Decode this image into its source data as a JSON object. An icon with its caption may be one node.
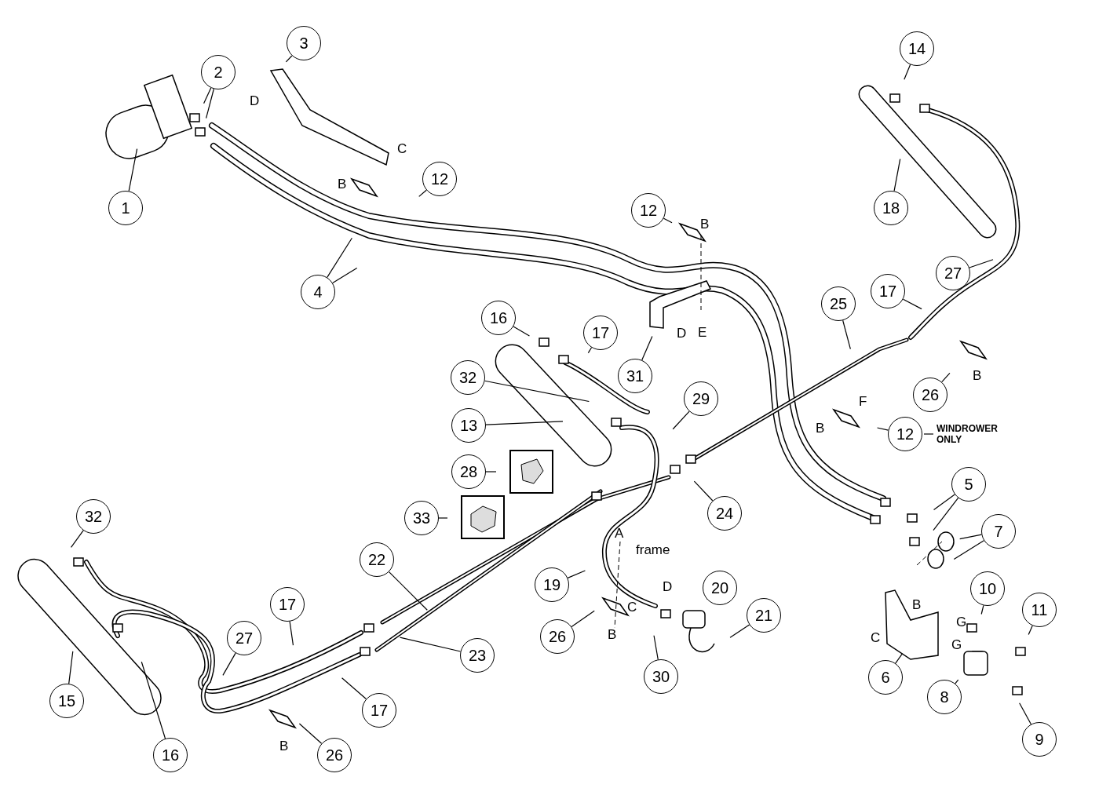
{
  "diagram": {
    "nodes": [
      {
        "text": [
          "1"
        ]
      },
      {
        "text": [
          "2"
        ]
      },
      {
        "text": [
          "3"
        ]
      },
      {
        "text": [
          "12"
        ]
      },
      {
        "text": [
          "4"
        ]
      },
      {
        "text": [
          "12"
        ]
      },
      {
        "text": [
          "14"
        ]
      },
      {
        "text": [
          "18"
        ]
      },
      {
        "text": [
          "27"
        ]
      },
      {
        "text": [
          "25"
        ]
      },
      {
        "text": [
          "17"
        ]
      },
      {
        "text": [
          "16"
        ]
      },
      {
        "text": [
          "17"
        ]
      },
      {
        "text": [
          "31"
        ]
      },
      {
        "text": [
          "32"
        ]
      },
      {
        "text": [
          "29"
        ]
      },
      {
        "text": [
          "13"
        ]
      },
      {
        "text": [
          "26"
        ]
      },
      {
        "text": [
          "12"
        ],
        "beside": [
          "WINDROWER ONLY"
        ]
      },
      {
        "text": [
          "28"
        ]
      },
      {
        "text": [
          "5"
        ]
      },
      {
        "text": [
          "33"
        ]
      },
      {
        "text": [
          "24"
        ]
      },
      {
        "text": [
          "7"
        ]
      },
      {
        "text": [
          "32"
        ]
      },
      {
        "text": [
          "22"
        ]
      },
      {
        "text": [
          "19"
        ]
      },
      {
        "text": [
          "20"
        ]
      },
      {
        "text": [
          "10"
        ]
      },
      {
        "text": [
          "11"
        ]
      },
      {
        "text": [
          "17"
        ]
      },
      {
        "text": [
          "27"
        ]
      },
      {
        "text": [
          "21"
        ]
      },
      {
        "text": [
          "26"
        ]
      },
      {
        "text": [
          "23"
        ]
      },
      {
        "text": [
          "6"
        ]
      },
      {
        "text": [
          "15"
        ]
      },
      {
        "text": [
          "30"
        ]
      },
      {
        "text": [
          "17"
        ]
      },
      {
        "text": [
          "8"
        ]
      },
      {
        "text": [
          "9"
        ]
      },
      {
        "text": [
          "16"
        ]
      },
      {
        "text": [
          "26"
        ]
      }
    ],
    "edges": [
      {
        "from": 0,
        "to": null,
        "arrow": "none"
      },
      {
        "from": 1,
        "to": null,
        "arrow": "none"
      },
      {
        "from": 1,
        "to": null,
        "arrow": "none"
      },
      {
        "from": 2,
        "to": null,
        "arrow": "none"
      },
      {
        "from": 3,
        "to": null,
        "arrow": "none"
      },
      {
        "from": 4,
        "to": null,
        "arrow": "none"
      },
      {
        "from": 4,
        "to": null,
        "arrow": "none"
      },
      {
        "from": 5,
        "to": null,
        "arrow": "none"
      },
      {
        "from": 6,
        "to": null,
        "arrow": "none"
      },
      {
        "from": 7,
        "to": null,
        "arrow": "none"
      },
      {
        "from": 8,
        "to": null,
        "arrow": "none"
      },
      {
        "from": 9,
        "to": null,
        "arrow": "none"
      },
      {
        "from": 10,
        "to": null,
        "arrow": "none"
      },
      {
        "from": 11,
        "to": null,
        "arrow": "none"
      },
      {
        "from": 12,
        "to": null,
        "arrow": "none"
      },
      {
        "from": 13,
        "to": null,
        "arrow": "none"
      },
      {
        "from": 14,
        "to": null,
        "arrow": "none"
      },
      {
        "from": 15,
        "to": null,
        "arrow": "none"
      },
      {
        "from": 16,
        "to": null,
        "arrow": "none"
      },
      {
        "from": 17,
        "to": null,
        "arrow": "none"
      },
      {
        "from": 18,
        "to": null,
        "arrow": "none"
      },
      {
        "from": 19,
        "to": null,
        "arrow": "none"
      },
      {
        "from": 20,
        "to": null,
        "arrow": "none"
      },
      {
        "from": 20,
        "to": null,
        "arrow": "none"
      },
      {
        "from": 21,
        "to": null,
        "arrow": "none"
      },
      {
        "from": 22,
        "to": null,
        "arrow": "none"
      },
      {
        "from": 23,
        "to": null,
        "arrow": "none"
      },
      {
        "from": 23,
        "to": null,
        "arrow": "none"
      },
      {
        "from": 24,
        "to": null,
        "arrow": "none"
      },
      {
        "from": 25,
        "to": null,
        "arrow": "none"
      },
      {
        "from": 26,
        "to": null,
        "arrow": "none"
      },
      {
        "from": 27,
        "to": null,
        "arrow": "none"
      },
      {
        "from": 28,
        "to": null,
        "arrow": "none"
      },
      {
        "from": 29,
        "to": null,
        "arrow": "none"
      },
      {
        "from": 30,
        "to": null,
        "arrow": "none"
      },
      {
        "from": 31,
        "to": null,
        "arrow": "none"
      },
      {
        "from": 32,
        "to": null,
        "arrow": "none"
      },
      {
        "from": 33,
        "to": null,
        "arrow": "none"
      },
      {
        "from": 34,
        "to": null,
        "arrow": "none"
      },
      {
        "from": 35,
        "to": null,
        "arrow": "none"
      },
      {
        "from": 36,
        "to": null,
        "arrow": "none"
      },
      {
        "from": 37,
        "to": null,
        "arrow": "none"
      },
      {
        "from": 38,
        "to": null,
        "arrow": "none"
      },
      {
        "from": 39,
        "to": null,
        "arrow": "none"
      },
      {
        "from": 40,
        "to": null,
        "arrow": "none"
      },
      {
        "from": 41,
        "to": null,
        "arrow": "none"
      },
      {
        "from": 42,
        "to": null,
        "arrow": "none"
      }
    ],
    "labels": [
      "D",
      "C",
      "B",
      "B",
      "D",
      "E",
      "B",
      "F",
      "B",
      "A",
      "frame",
      "D",
      "C",
      "B",
      "B",
      "G",
      "C",
      "G",
      "B"
    ]
  }
}
